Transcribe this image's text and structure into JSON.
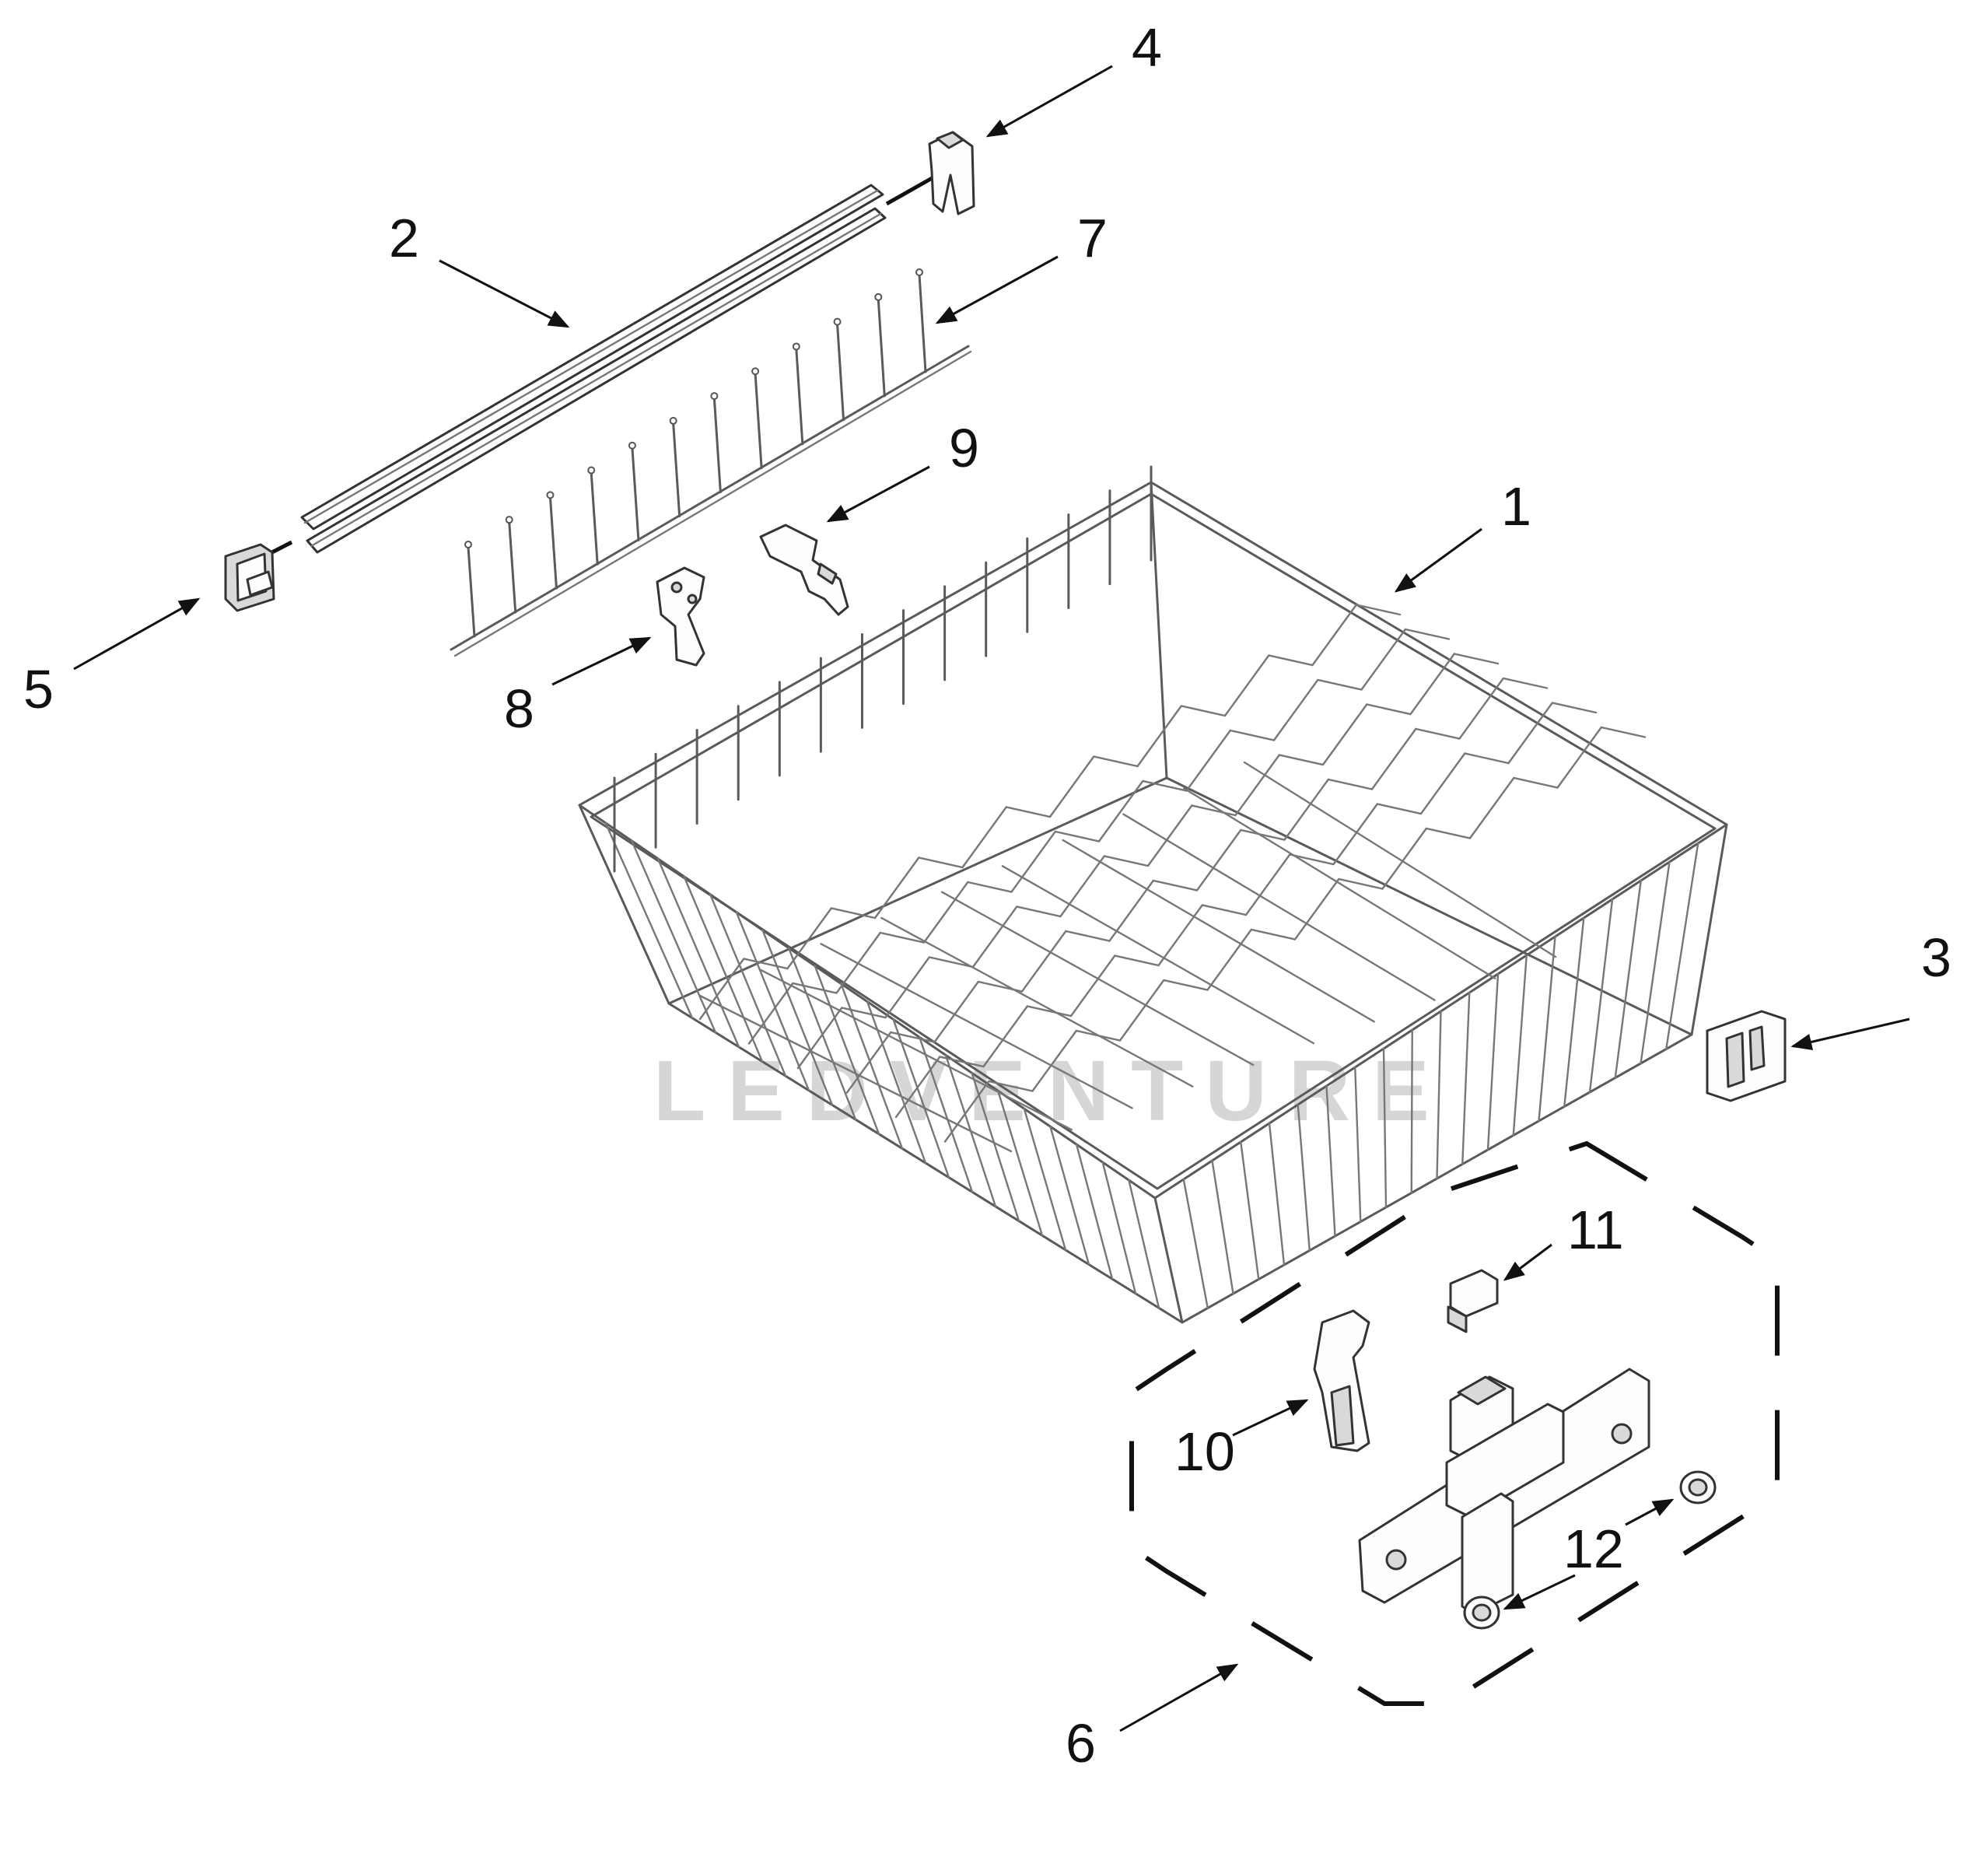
{
  "diagram": {
    "watermark": "LEDVENTURE",
    "colors": {
      "line": "#333333",
      "text": "#111111",
      "watermark": "#d6d6d6"
    },
    "callouts": [
      {
        "id": "1",
        "label": "1"
      },
      {
        "id": "2",
        "label": "2"
      },
      {
        "id": "3",
        "label": "3"
      },
      {
        "id": "4",
        "label": "4"
      },
      {
        "id": "5",
        "label": "5"
      },
      {
        "id": "6",
        "label": "6"
      },
      {
        "id": "7",
        "label": "7"
      },
      {
        "id": "8",
        "label": "8"
      },
      {
        "id": "9",
        "label": "9"
      },
      {
        "id": "10",
        "label": "10"
      },
      {
        "id": "11",
        "label": "11"
      },
      {
        "id": "12",
        "label": "12"
      }
    ]
  }
}
